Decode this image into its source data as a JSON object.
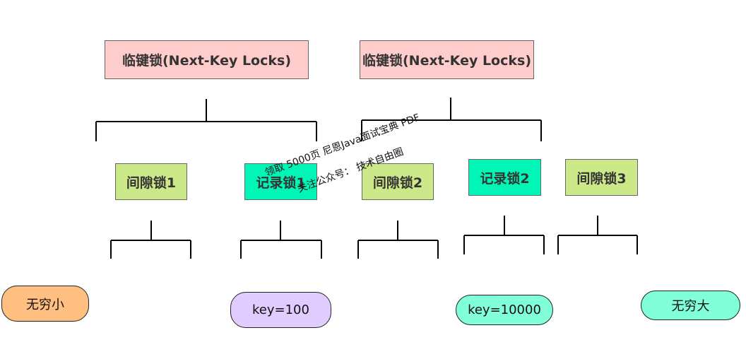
{
  "colors": {
    "next_key_fill": "#ffcccc",
    "gap_fill": "#cce98a",
    "record_fill": "#00f5b6",
    "neg_inf_fill": "#ffbf80",
    "key100_fill": "#e0ccff",
    "key10000_fill": "#80ffd9",
    "pos_inf_fill": "#80ffd9",
    "line": "#000000"
  },
  "next_key_locks": [
    {
      "label": "临键锁(Next-Key Locks)"
    },
    {
      "label": "临键锁(Next-Key Locks)"
    }
  ],
  "locks": [
    {
      "label": "间隙锁1"
    },
    {
      "label": "记录锁1"
    },
    {
      "label": "间隙锁2"
    },
    {
      "label": "记录锁2"
    },
    {
      "label": "间隙锁3"
    }
  ],
  "values": [
    {
      "label": "无穷小"
    },
    {
      "label": "key=100"
    },
    {
      "label": "key=10000"
    },
    {
      "label": "无穷大"
    }
  ],
  "watermark": {
    "line1": "领取 5000页 尼恩Java面试宝典 PDF",
    "line2": "关注公众号： 技术自由圈"
  }
}
